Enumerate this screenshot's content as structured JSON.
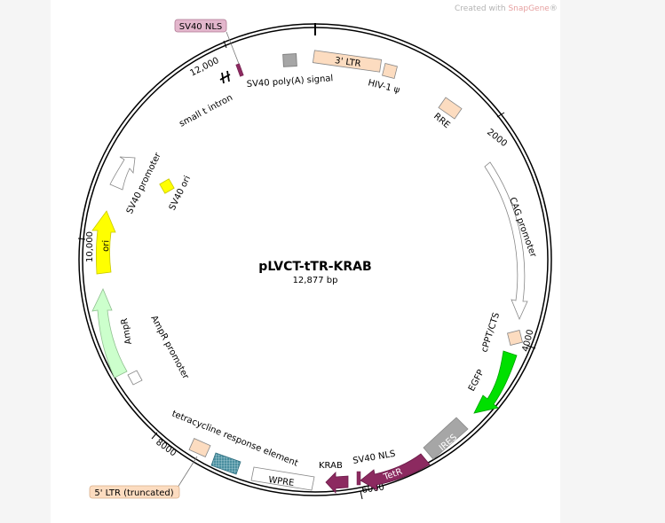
{
  "watermark": {
    "prefix": "Created with ",
    "brand": "SnapGene",
    "mark": "®"
  },
  "plasmid": {
    "name": "pLVCT-tTR-KRAB",
    "length_label": "12,877 bp"
  },
  "ticks": [
    "2000",
    "4000",
    "6000",
    "8000",
    "10,000",
    "12,000"
  ],
  "colors": {
    "ltr": "#fcdcc0",
    "gray": "#a6a6a6",
    "ori": "#ffff00",
    "ampr": "#ccffcc",
    "egfp": "#00e000",
    "tetr": "#8c2a60",
    "tre": "#4a8fa0",
    "white": "#ffffff"
  },
  "features": {
    "ltr3": "3' LTR",
    "hiv_psi": "HIV-1 ψ",
    "rre": "RRE",
    "cag_promoter": "CAG promoter",
    "cppt": "cPPT/CTS",
    "egfp": "EGFP",
    "ires": "IRES",
    "tetr": "TetR",
    "sv40_nls_lower": "SV40 NLS",
    "krab": "KRAB",
    "wpre": "WPRE",
    "tre": "tetracycline response element",
    "ltr5": "5' LTR (truncated)",
    "ampr_promoter": "AmpR promoter",
    "ampr": "AmpR",
    "ori": "ori",
    "sv40_promoter": "SV40 promoter",
    "sv40_ori": "SV40 ori",
    "small_t": "small t intron",
    "sv40_nls_top": "SV40 NLS",
    "sv40_polya": "SV40 poly(A) signal"
  }
}
